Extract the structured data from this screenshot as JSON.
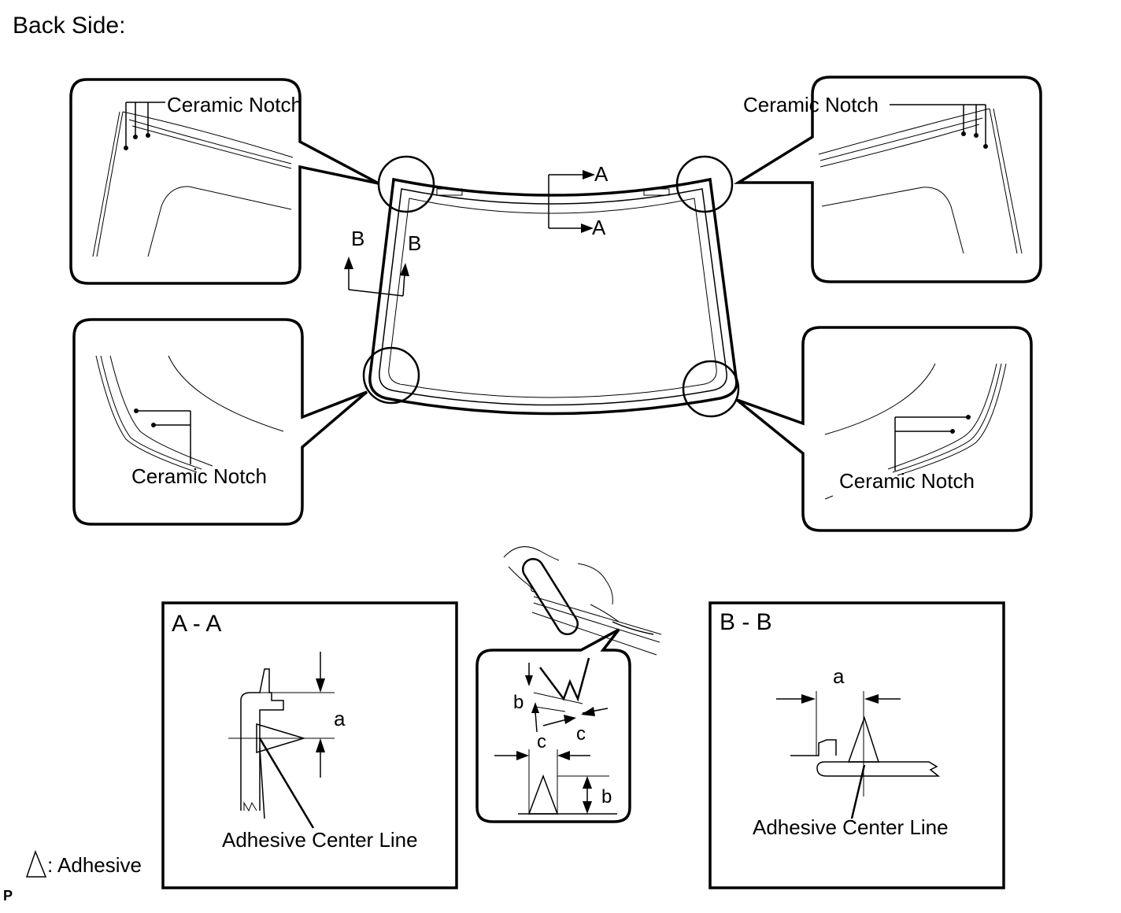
{
  "heading": "Back Side:",
  "notch_labels": {
    "upper_left": "Ceramic Notch",
    "upper_right": "Ceramic Notch",
    "lower_left": "Ceramic Notch",
    "lower_right": "Ceramic Notch"
  },
  "section_markers": {
    "a_top": "A",
    "a_bottom": "A",
    "b_left": "B",
    "b_right": "B"
  },
  "section_aa": {
    "title": "A - A",
    "dim_a": "a",
    "caption": "Adhesive Center Line"
  },
  "section_bb": {
    "title": "B - B",
    "dim_a": "a",
    "caption": "Adhesive Center Line"
  },
  "bead_detail": {
    "dim_b_top": "b",
    "dim_c_left": "c",
    "dim_c_right": "c",
    "dim_b_bottom": "b"
  },
  "legend": {
    "adhesive_label": ": Adhesive"
  },
  "page_code": "P"
}
